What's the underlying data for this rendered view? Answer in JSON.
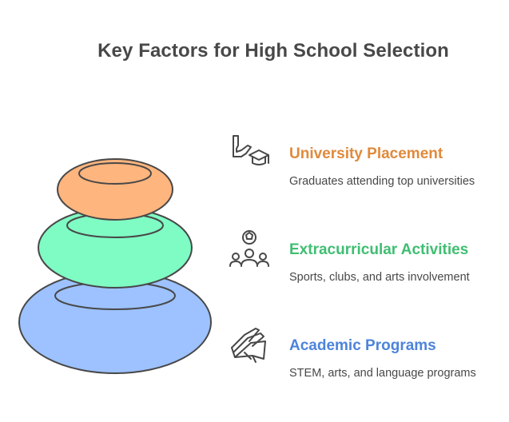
{
  "title": "Key Factors for High School Selection",
  "colors": {
    "university": "#E08A3C",
    "extracurricular": "#3FBE72",
    "academic": "#4D84DA",
    "university_fill": "#FFB57E",
    "extracurricular_fill": "#7FFBC4",
    "academic_fill": "#9DC2FF",
    "outline": "#484848"
  },
  "items": [
    {
      "title": "University Placement",
      "description": "Graduates attending top universities",
      "icon": "graduation-cap-hand-icon"
    },
    {
      "title": "Extracurricular Activities",
      "description": "Sports, clubs, and arts involvement",
      "icon": "group-ball-icon"
    },
    {
      "title": "Academic Programs",
      "description": "STEM, arts, and language programs",
      "icon": "books-icon"
    }
  ]
}
